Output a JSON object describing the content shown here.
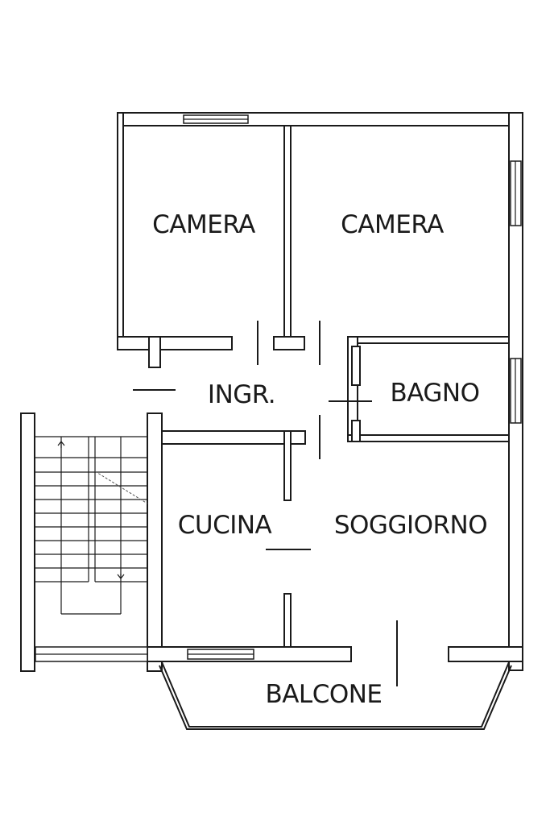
{
  "floor_plan": {
    "rooms": {
      "camera_left": "CAMERA",
      "camera_right": "CAMERA",
      "ingresso": "INGR.",
      "bagno": "BAGNO",
      "cucina": "CUCINA",
      "soggiorno": "SOGGIORNO",
      "balcone": "BALCONE"
    }
  }
}
